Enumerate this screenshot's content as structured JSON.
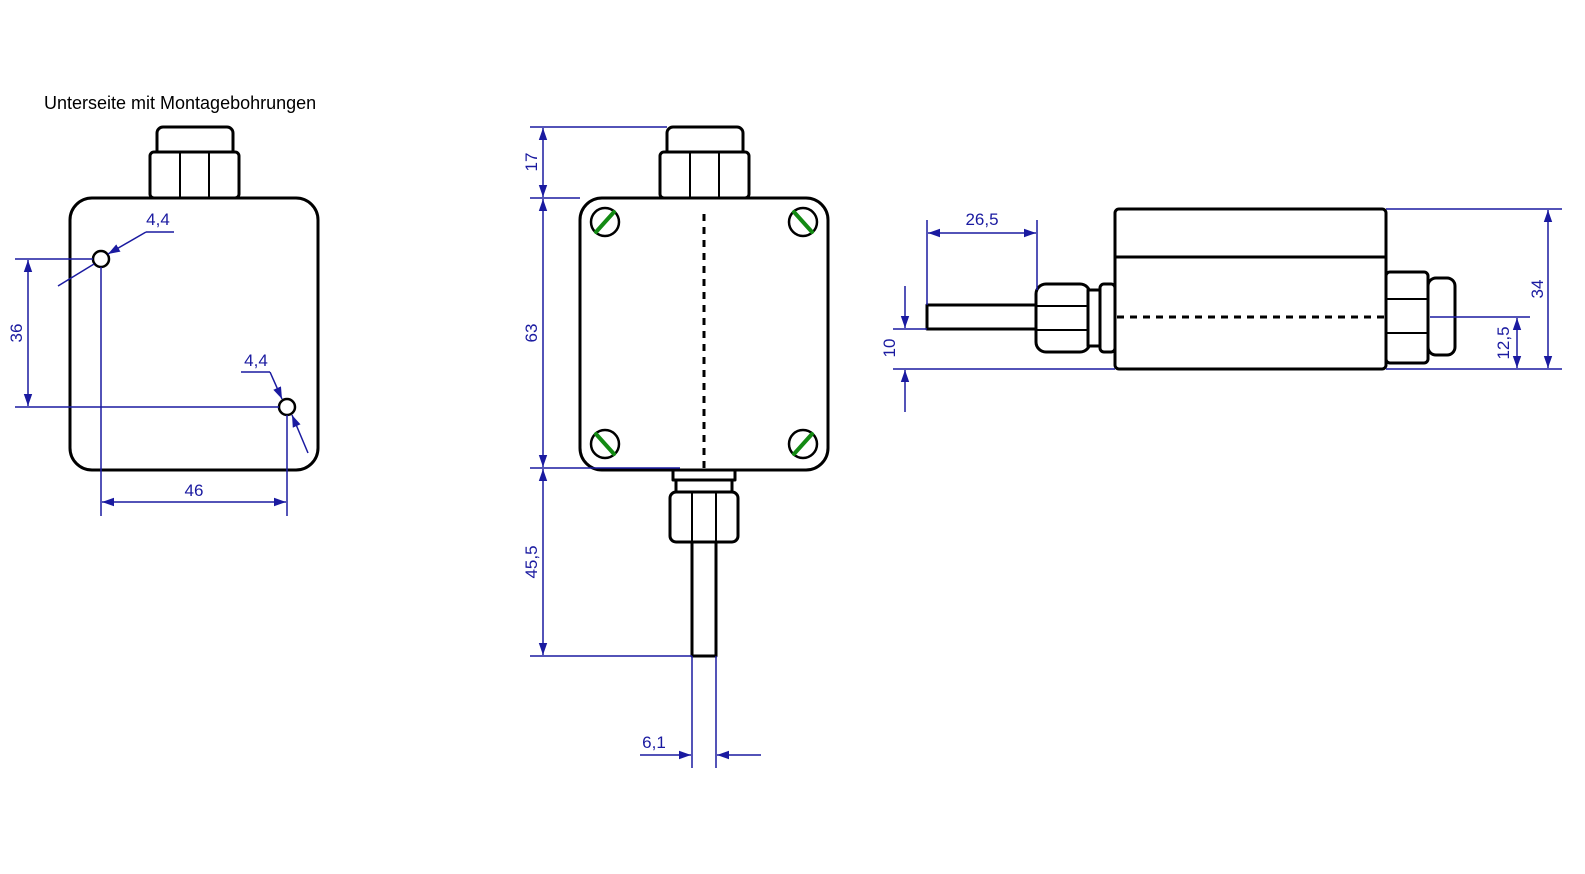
{
  "caption": "Unterseite mit Montagebohrungen",
  "dimensions": {
    "bottom_hole_dia_1": "4,4",
    "bottom_hole_dia_2": "4,4",
    "bottom_hole_spacing_v": "36",
    "bottom_hole_spacing_h": "46",
    "front_gland_height": "17",
    "front_housing_height": "63",
    "front_probe_length": "45,5",
    "front_probe_dia": "6,1",
    "side_probe_length": "26,5",
    "side_probe_offset": "10",
    "side_total_height": "34",
    "side_axis_height": "12,5"
  },
  "colors": {
    "outline": "#000000",
    "dimension": "#1a1aa0",
    "screw_slot": "#138a13"
  }
}
